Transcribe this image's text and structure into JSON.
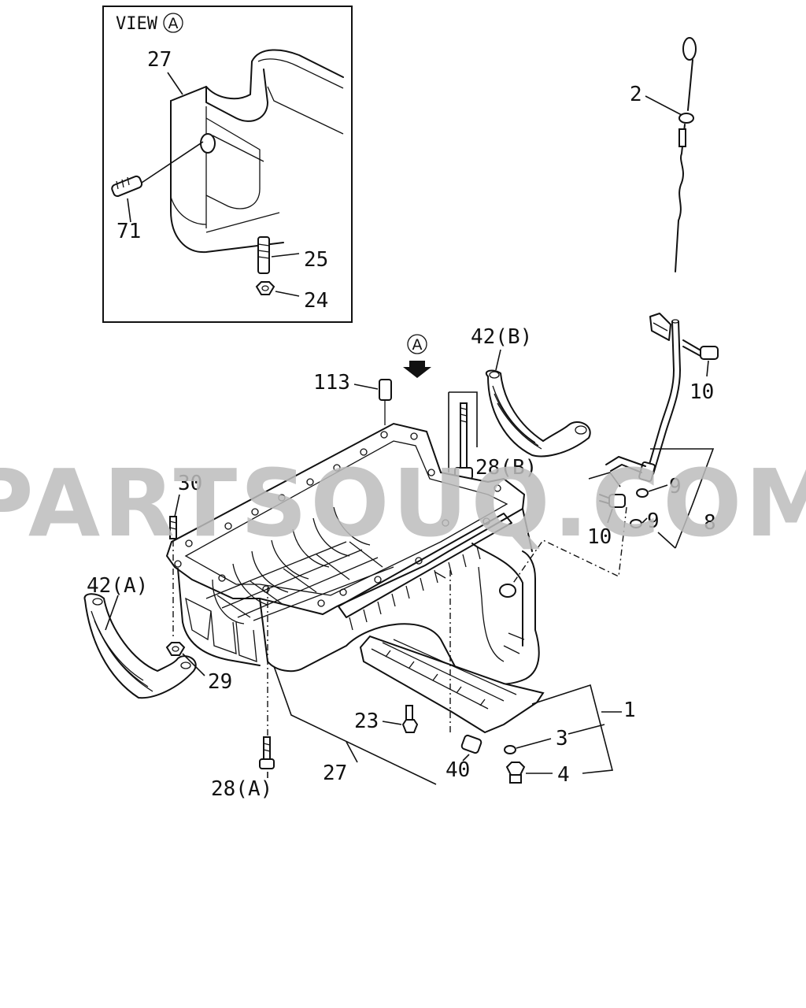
{
  "view_box": {
    "title": "VIEW",
    "marker": "A"
  },
  "arrow_marker": "A",
  "watermark": "PARTSOUQ.COM",
  "labels": {
    "p27_inset": "27",
    "p71": "71",
    "p25": "25",
    "p24": "24",
    "p2": "2",
    "p10_top": "10",
    "p10_bot": "10",
    "p9_a": "9",
    "p9_b": "9",
    "p8": "8",
    "p42b": "42(B)",
    "p113": "113",
    "p28b": "28(B)",
    "p30": "30",
    "p42a": "42(A)",
    "p29": "29",
    "p28a": "28(A)",
    "p27": "27",
    "p23": "23",
    "p40": "40",
    "p1": "1",
    "p3": "3",
    "p4": "4"
  }
}
